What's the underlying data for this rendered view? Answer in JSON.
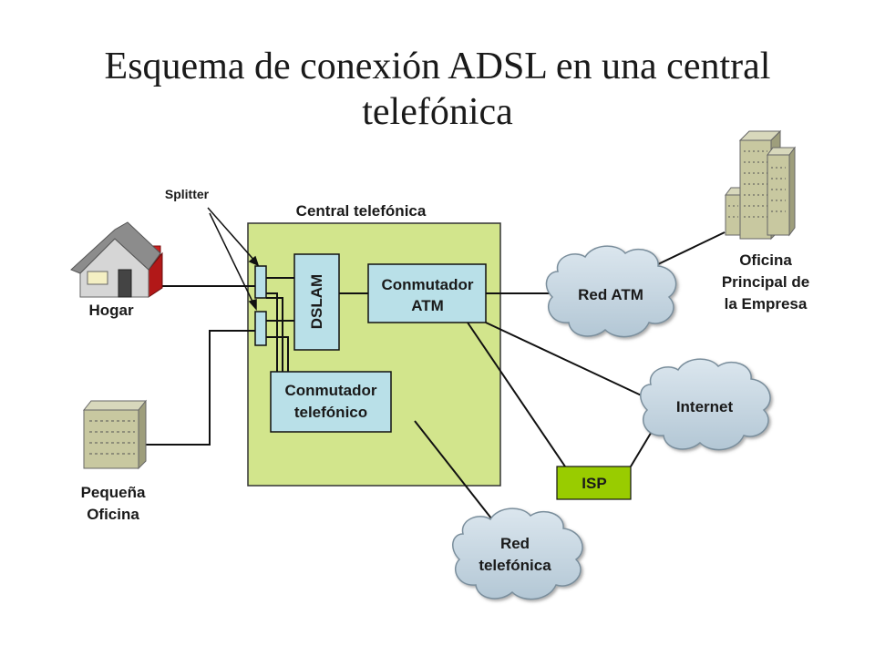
{
  "title_line1": "Esquema de conexión ADSL en una central",
  "title_line2": "telefónica",
  "labels": {
    "splitter": "Splitter",
    "central": "Central telefónica",
    "hogar": "Hogar",
    "pequena_1": "Pequeña",
    "pequena_2": "Oficina",
    "dslam": "DSLAM",
    "conmutador_atm_1": "Conmutador",
    "conmutador_atm_2": "ATM",
    "conmutador_tel_1": "Conmutador",
    "conmutador_tel_2": "telefónico",
    "red_atm": "Red ATM",
    "internet": "Internet",
    "isp": "ISP",
    "red_tel_1": "Red",
    "red_tel_2": "telefónica",
    "oficina_1": "Oficina",
    "oficina_2": "Principal de",
    "oficina_3": "la Empresa"
  },
  "colors": {
    "central_fill": "#d2e58c",
    "box_fill": "#b9e0e8",
    "isp_fill": "#99cc00",
    "cloud_fill": "#c9d9e4",
    "house_wall": "#d0d0d0",
    "house_roof": "#8a8a8a",
    "house_chimney": "#cc1f1f",
    "building_fill": "#c8c8a0"
  }
}
